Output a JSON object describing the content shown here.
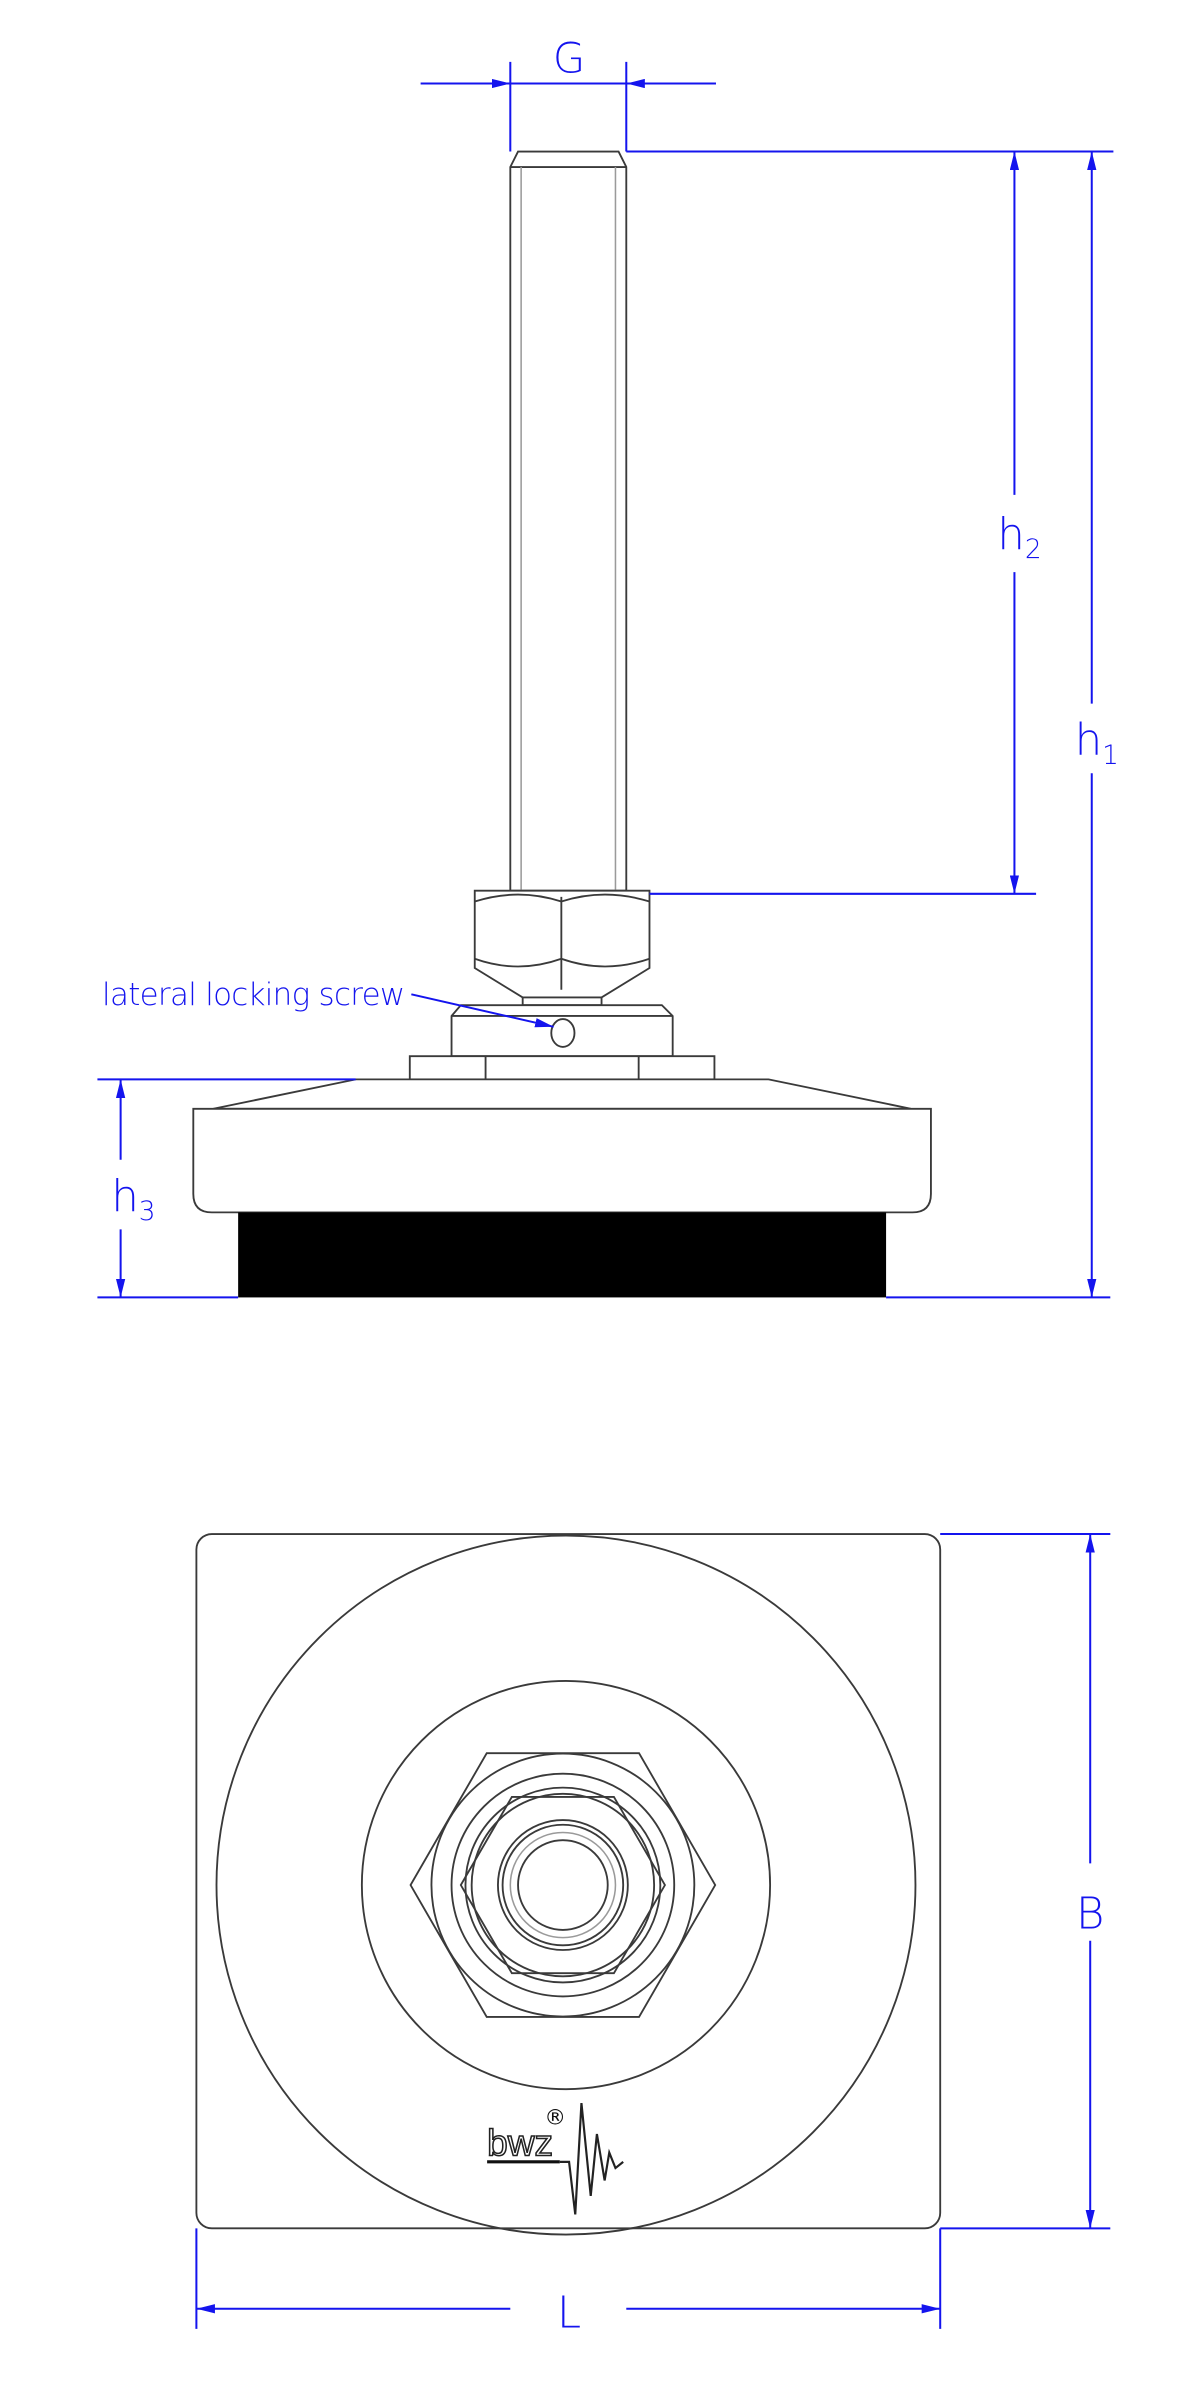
{
  "colors": {
    "dimension": "#1414ee",
    "outline": "#3a3a3a",
    "rubber": "#000000"
  },
  "side_view": {
    "callout": "lateral locking screw",
    "dimensions": {
      "G": {
        "main": "G",
        "sub": ""
      },
      "h1": {
        "main": "h",
        "sub": "1"
      },
      "h2": {
        "main": "h",
        "sub": "2"
      },
      "h3": {
        "main": "h",
        "sub": "3"
      }
    }
  },
  "bottom_view": {
    "dimensions": {
      "B": {
        "main": "B"
      },
      "L": {
        "main": "L"
      }
    },
    "logo": {
      "text": "bwz",
      "mark": "®"
    }
  }
}
